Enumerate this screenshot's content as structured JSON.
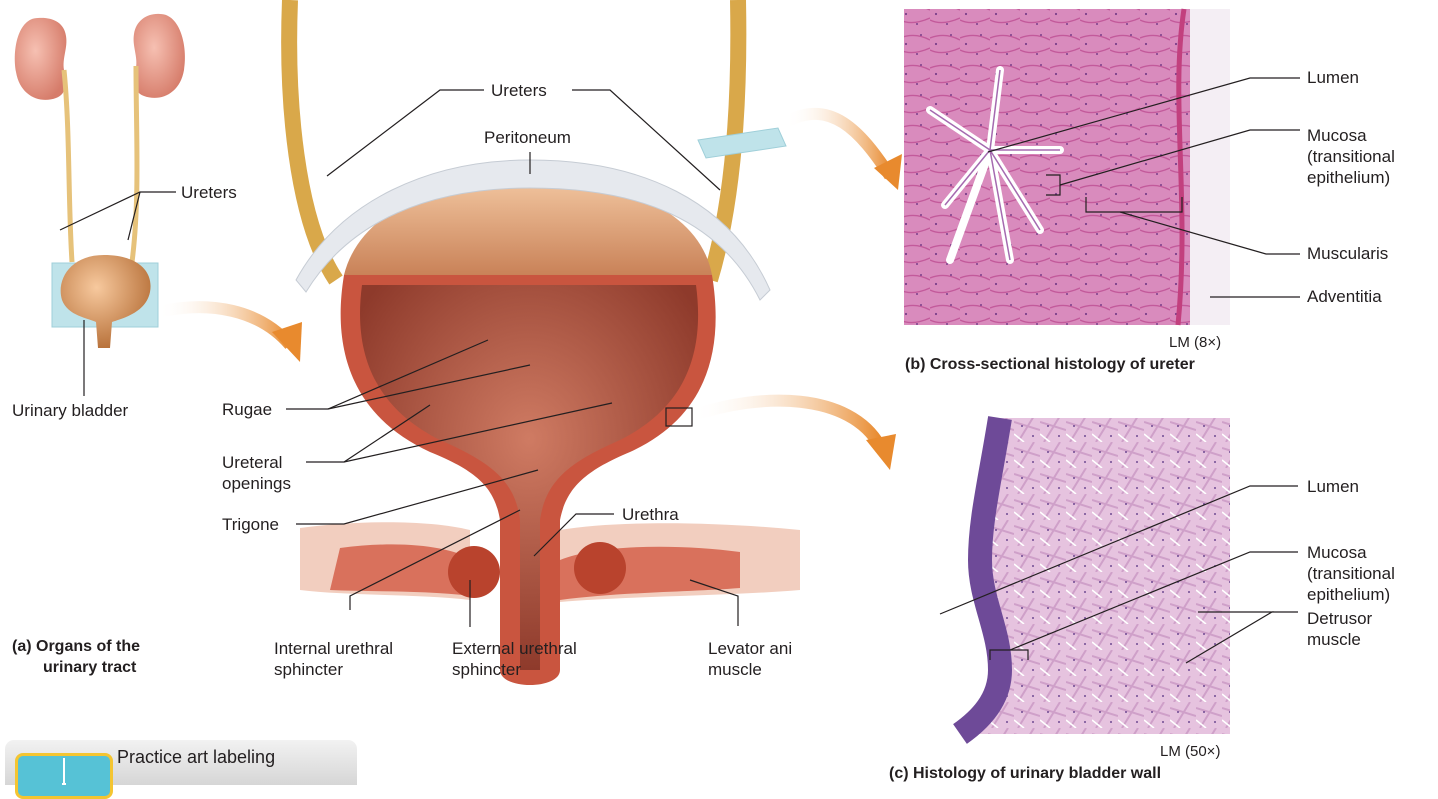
{
  "panel_a": {
    "caption_line1": "(a) Organs of the",
    "caption_line2": "urinary tract",
    "labels": {
      "ureters": "Ureters",
      "urinary_bladder": "Urinary bladder"
    }
  },
  "center": {
    "labels": {
      "ureters": "Ureters",
      "peritoneum": "Peritoneum",
      "rugae": "Rugae",
      "ureteral_openings_1": "Ureteral",
      "ureteral_openings_2": "openings",
      "trigone": "Trigone",
      "urethra": "Urethra",
      "internal_sphincter_1": "Internal urethral",
      "internal_sphincter_2": "sphincter",
      "external_sphincter_1": "External urethral",
      "external_sphincter_2": "sphincter",
      "levator_1": "Levator ani",
      "levator_2": "muscle"
    }
  },
  "panel_b": {
    "magnification": "LM (8×)",
    "caption": "(b) Cross-sectional histology of ureter",
    "labels": {
      "lumen": "Lumen",
      "mucosa_1": "Mucosa",
      "mucosa_2": "(transitional",
      "mucosa_3": "epithelium)",
      "muscularis": "Muscularis",
      "adventitia": "Adventitia"
    }
  },
  "panel_c": {
    "magnification": "LM (50×)",
    "caption": "(c) Histology of urinary bladder wall",
    "labels": {
      "lumen": "Lumen",
      "mucosa_1": "Mucosa",
      "mucosa_2": "(transitional",
      "mucosa_3": "epithelium)",
      "detrusor_1": "Detrusor",
      "detrusor_2": "muscle"
    }
  },
  "practice": {
    "label": "Practice art labeling"
  },
  "colors": {
    "kidney": "#e99e8d",
    "ureter": "#e6b44a",
    "bladder_wall": "#c9553f",
    "bladder_lumen": "#b85a48",
    "peritoneum": "#e4e7ec",
    "histology_pink": "#d97fb0",
    "histology_purple": "#8c5aa6",
    "arrow": "#e88a2e",
    "glass": "#bfe3ea"
  }
}
